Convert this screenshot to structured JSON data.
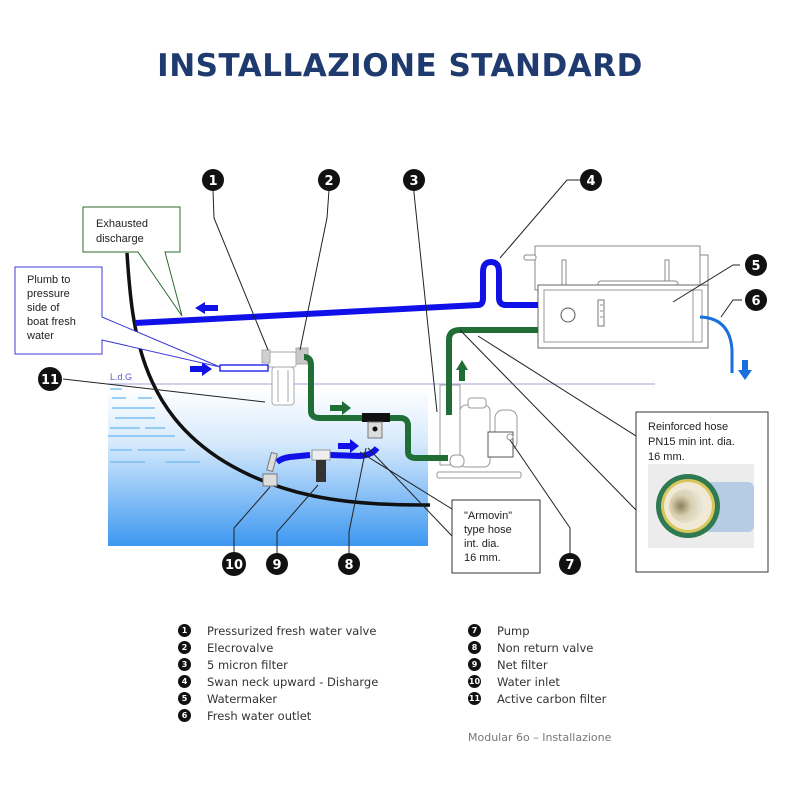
{
  "title": "INSTALLAZIONE STANDARD",
  "diagram": {
    "callouts": {
      "exhausted_discharge": [
        "Exhausted",
        "discharge"
      ],
      "plumb_to": [
        "Plumb to",
        "pressure",
        "side of",
        "boat fresh",
        "water"
      ],
      "waterline": "L.d.G",
      "armovin": [
        "\"Armovin\"",
        "type hose",
        "int. dia.",
        "16 mm."
      ],
      "reinforced": [
        "Reinforced hose",
        "PN15 min  int. dia.",
        "16 mm."
      ]
    },
    "badges": [
      "1",
      "2",
      "3",
      "4",
      "5",
      "6",
      "7",
      "8",
      "9",
      "10",
      "11"
    ],
    "colors": {
      "discharge_pipe": "#1010e8",
      "pressure_pipe": "#1e6e35",
      "outlet_pipe": "#1a6fe0",
      "hull": "#111111",
      "sea": "#4aa0f0",
      "title": "#1e3a6e"
    }
  },
  "legend": {
    "left": [
      {
        "num": "1",
        "label": "Pressurized fresh water valve"
      },
      {
        "num": "2",
        "label": "Elecrovalve"
      },
      {
        "num": "3",
        "label": "5 micron filter"
      },
      {
        "num": "4",
        "label": "Swan neck upward - Disharge"
      },
      {
        "num": "5",
        "label": "Watermaker"
      },
      {
        "num": "6",
        "label": "Fresh water outlet"
      }
    ],
    "right": [
      {
        "num": "7",
        "label": "Pump"
      },
      {
        "num": "8",
        "label": "Non return valve"
      },
      {
        "num": "9",
        "label": "Net filter"
      },
      {
        "num": "10",
        "label": "Water inlet"
      },
      {
        "num": "11",
        "label": "Active carbon filter"
      }
    ]
  },
  "caption": "Modular 6o – Installazione"
}
